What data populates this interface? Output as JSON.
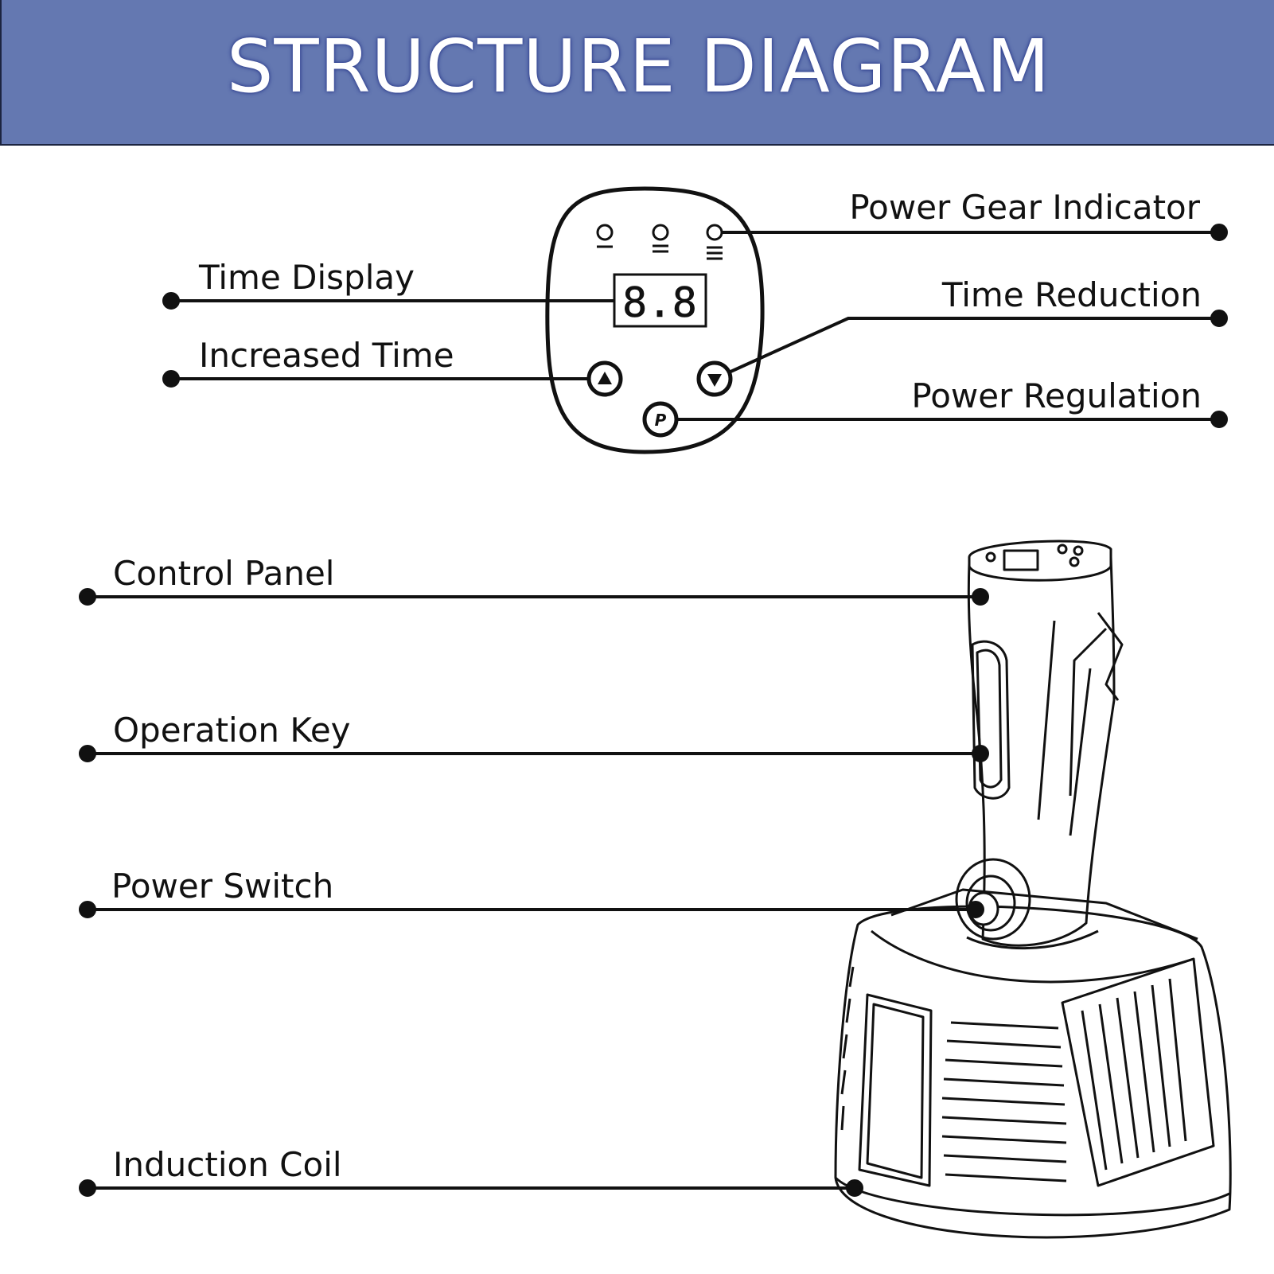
{
  "title": "STRUCTURE DIAGRAM",
  "colors": {
    "banner": "#6478b1",
    "line": "#111111"
  },
  "panel": {
    "display_value": "8.8",
    "power_key_letter": "P"
  },
  "labels": {
    "power_gear_indicator": "Power Gear Indicator",
    "time_display": "Time Display",
    "time_reduction": "Time Reduction",
    "increased_time": "Increased Time",
    "power_regulation": "Power Regulation",
    "control_panel": "Control Panel",
    "operation_key": "Operation Key",
    "power_switch": "Power Switch",
    "induction_coil": "Induction Coil"
  }
}
